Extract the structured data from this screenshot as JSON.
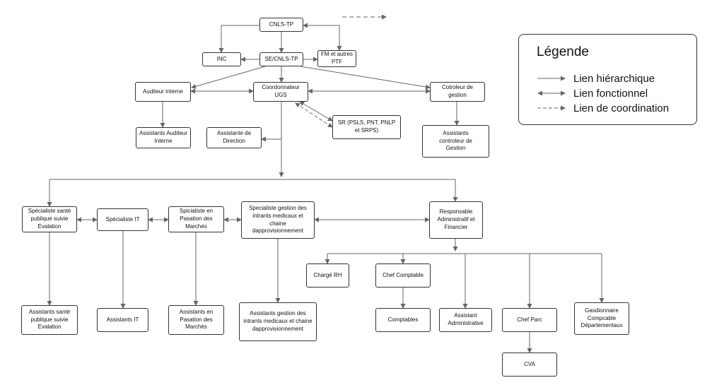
{
  "nodes": {
    "cnls": "CNLS-TP",
    "inc": "INC",
    "se": "SE/CNLS-TP",
    "fm": "FM et autres\nPTF",
    "auditeur": "Auditeur Interne",
    "coord": "Coordonnateur\nUGS",
    "ctrl": "Cotroleur de\ngestion",
    "ass_aud": "Assistants Auditeur\nInterne",
    "ass_dir": "Assistante de\nDirection",
    "sr": "SR (PSLS, PNT, PNLP\net SRPS)",
    "ass_ctrl": "Assistants\ncontroleur de\nGestion",
    "sp_sante": "Spécialiste santé\npublique suivie\nEvalation",
    "sp_it": "Spécialiste IT",
    "sp_pass": "Spicialiste en\nPasation des\nMarchés",
    "sp_intr": "Specialiste gestion des\nintrants medicaux et chaine\ndapprovisionnement",
    "raf": "Responsable\nAdministratif et\nFinancier",
    "rh": "Chargé RH",
    "chef_comp": "Chef Comptable",
    "ass_sante": "Assistants santé\npublique suivie\nEvalation",
    "ass_it": "Assistants IT",
    "ass_pass": "Assistants en\nPasation des\nMarchés",
    "ass_intr": "Assistants gestion des\nintrants medicaux et chaine\ndapprovisionnement",
    "comptables": "Comptables",
    "ass_adm": "Assistant\nAdministrative",
    "chef_parc": "Chef Parc",
    "gasd": "Gasdionnaire\nCompcable\nDépartementaux",
    "cva": "CVA"
  },
  "legend": {
    "title": "Légende",
    "hierarchique": "Lien hiérarchique",
    "fonctionnel": "Lien fonctionnel",
    "coordination": "Lien de coordination"
  },
  "colors": {
    "line": "#666666",
    "border": "#333333"
  }
}
